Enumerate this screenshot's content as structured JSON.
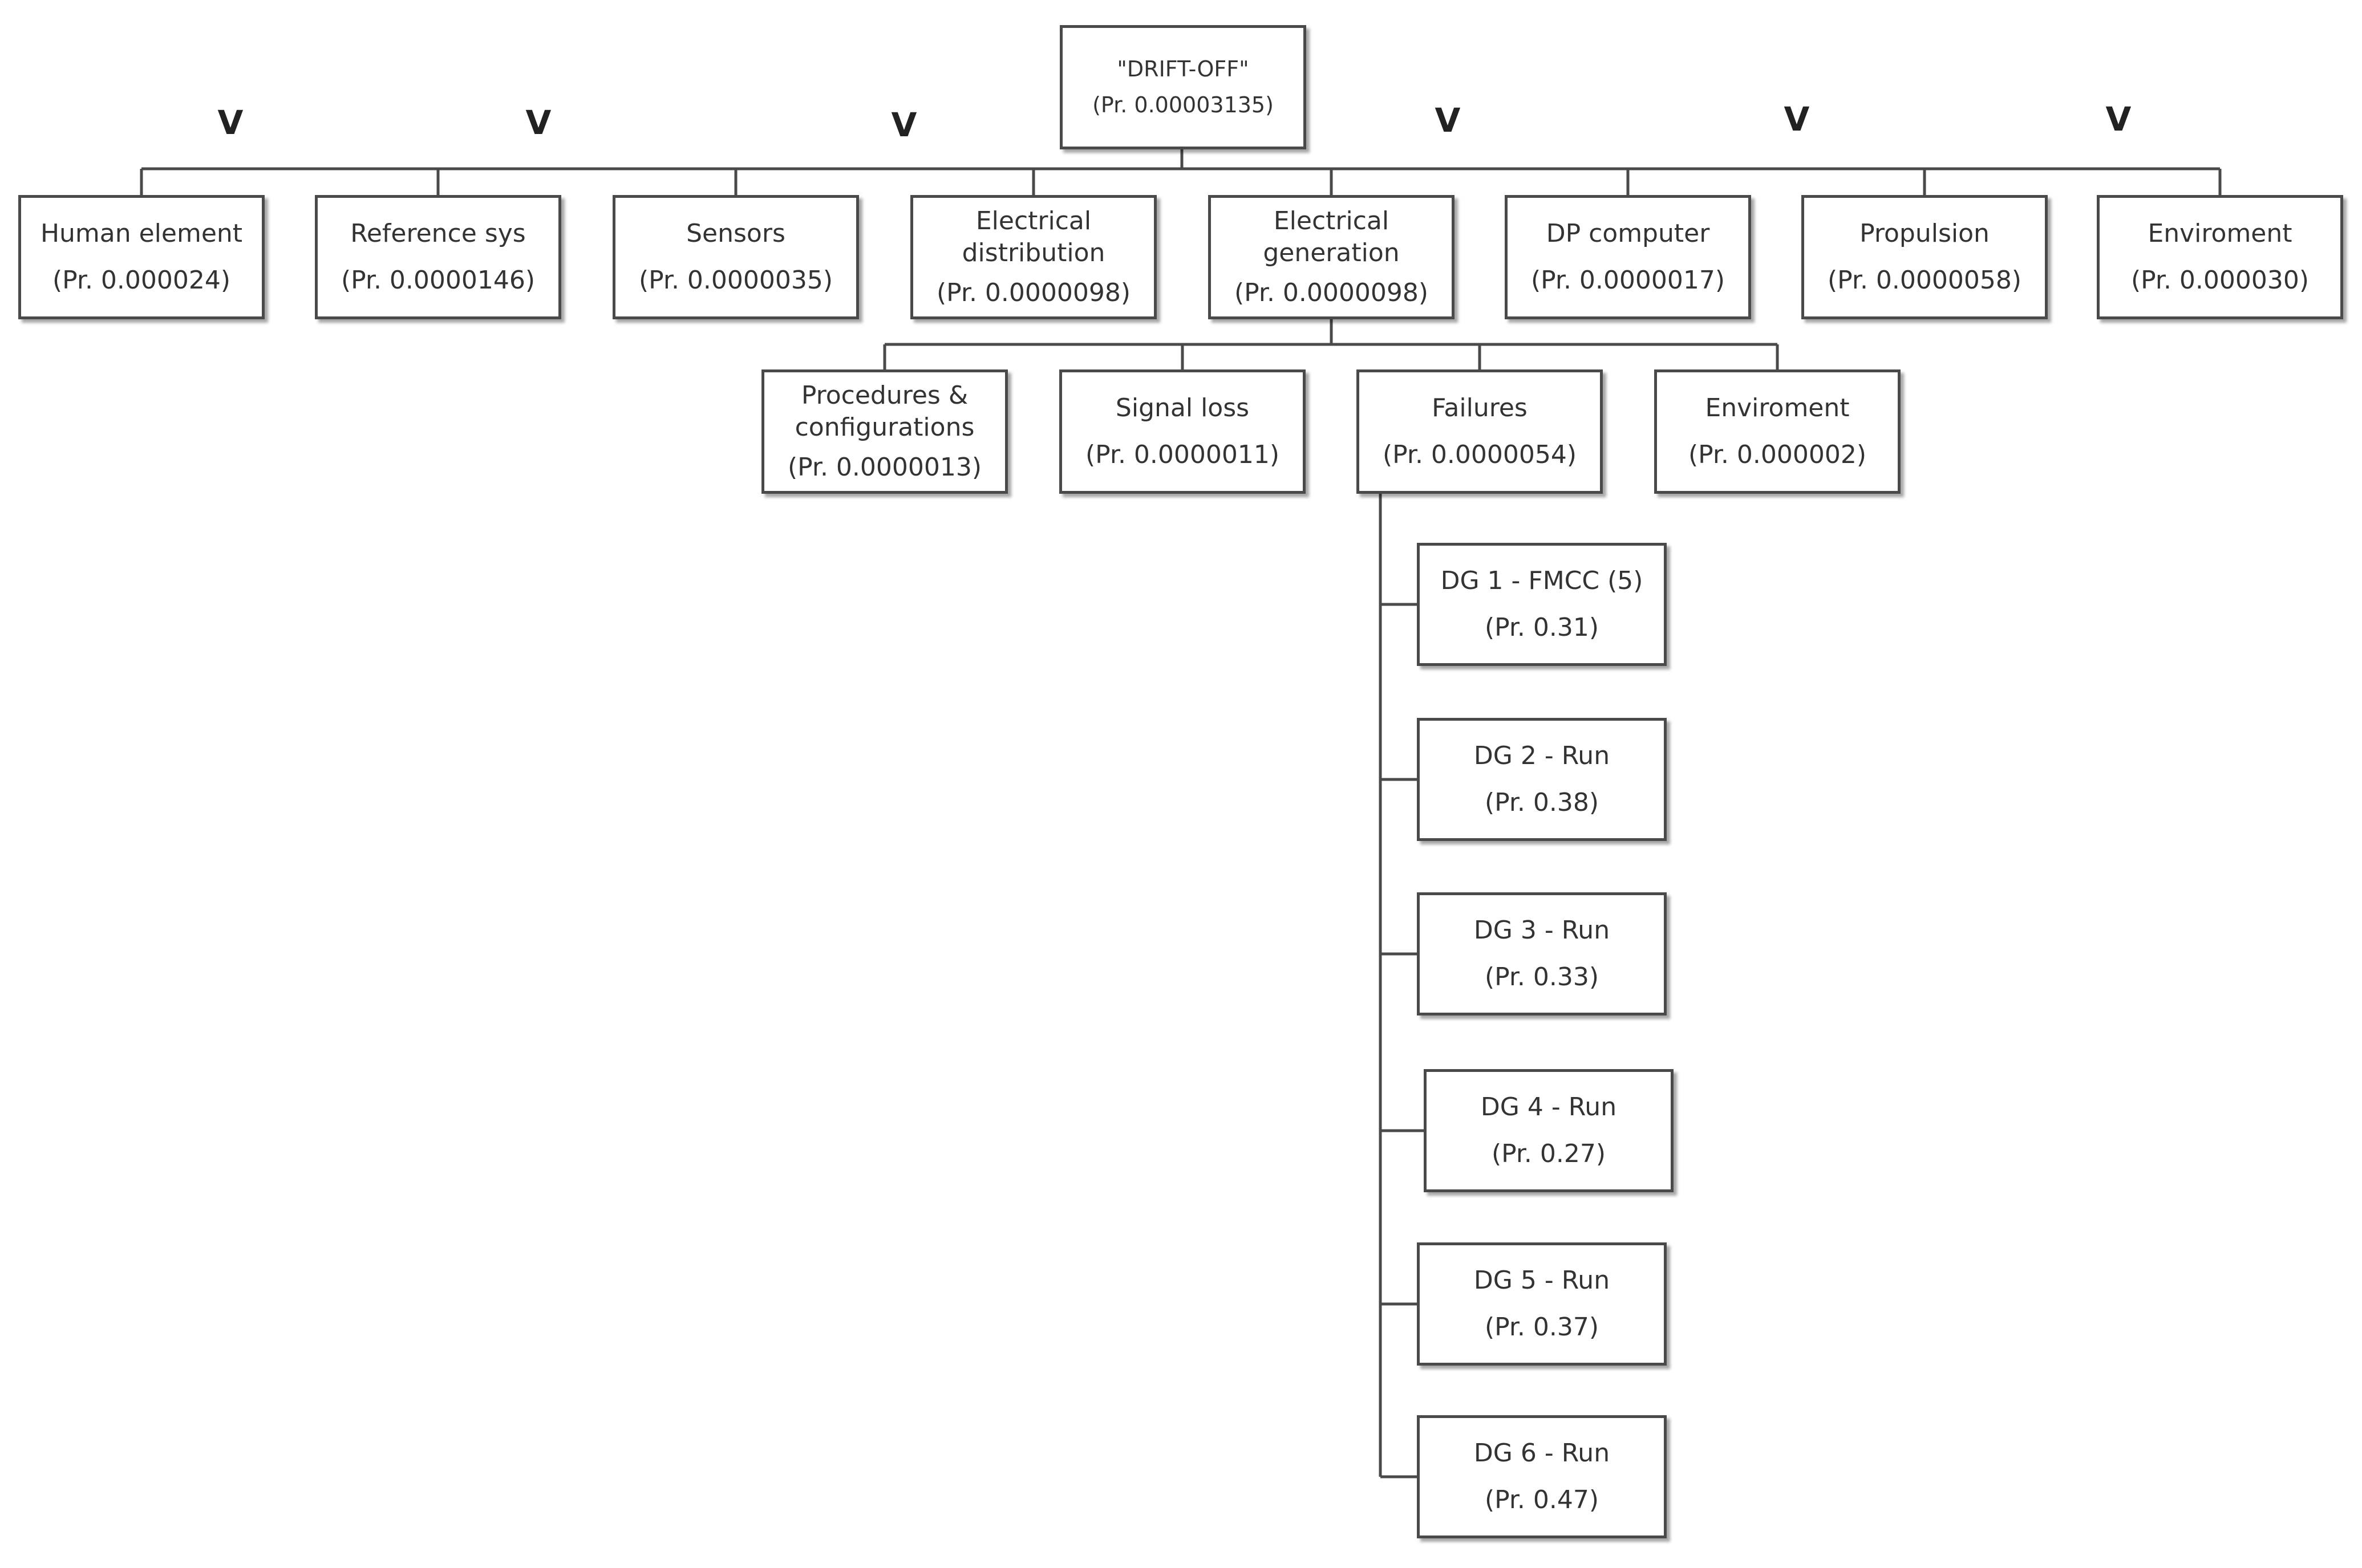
{
  "root": {
    "label": "\"DRIFT-OFF\"",
    "prob": "(Pr. 0.00003135)"
  },
  "gate_symbol": "V",
  "level1": [
    {
      "label": "Human element",
      "prob": "(Pr. 0.000024)"
    },
    {
      "label": "Reference sys",
      "prob": "(Pr. 0.0000146)"
    },
    {
      "label": "Sensors",
      "prob": "(Pr. 0.0000035)"
    },
    {
      "label": "Electrical\ndistribution",
      "prob": "(Pr. 0.0000098)"
    },
    {
      "label": "Electrical\ngeneration",
      "prob": "(Pr. 0.0000098)"
    },
    {
      "label": "DP computer",
      "prob": "(Pr. 0.0000017)"
    },
    {
      "label": "Propulsion",
      "prob": "(Pr. 0.0000058)"
    },
    {
      "label": "Enviroment",
      "prob": "(Pr. 0.000030)"
    }
  ],
  "level2": [
    {
      "label": "Procedures &\nconfigurations",
      "prob": "(Pr. 0.0000013)"
    },
    {
      "label": "Signal loss",
      "prob": "(Pr. 0.0000011)"
    },
    {
      "label": "Failures",
      "prob": "(Pr. 0.0000054)"
    },
    {
      "label": "Enviroment",
      "prob": "(Pr. 0.000002)"
    }
  ],
  "level3": [
    {
      "label": "DG 1 - FMCC (5)",
      "prob": "(Pr. 0.31)"
    },
    {
      "label": "DG 2 - Run",
      "prob": "(Pr. 0.38)"
    },
    {
      "label": "DG 3 - Run",
      "prob": "(Pr. 0.33)"
    },
    {
      "label": "DG 4 - Run",
      "prob": "(Pr. 0.27)"
    },
    {
      "label": "DG 5 - Run",
      "prob": "(Pr. 0.37)"
    },
    {
      "label": "DG 6 - Run",
      "prob": "(Pr. 0.47)"
    }
  ]
}
